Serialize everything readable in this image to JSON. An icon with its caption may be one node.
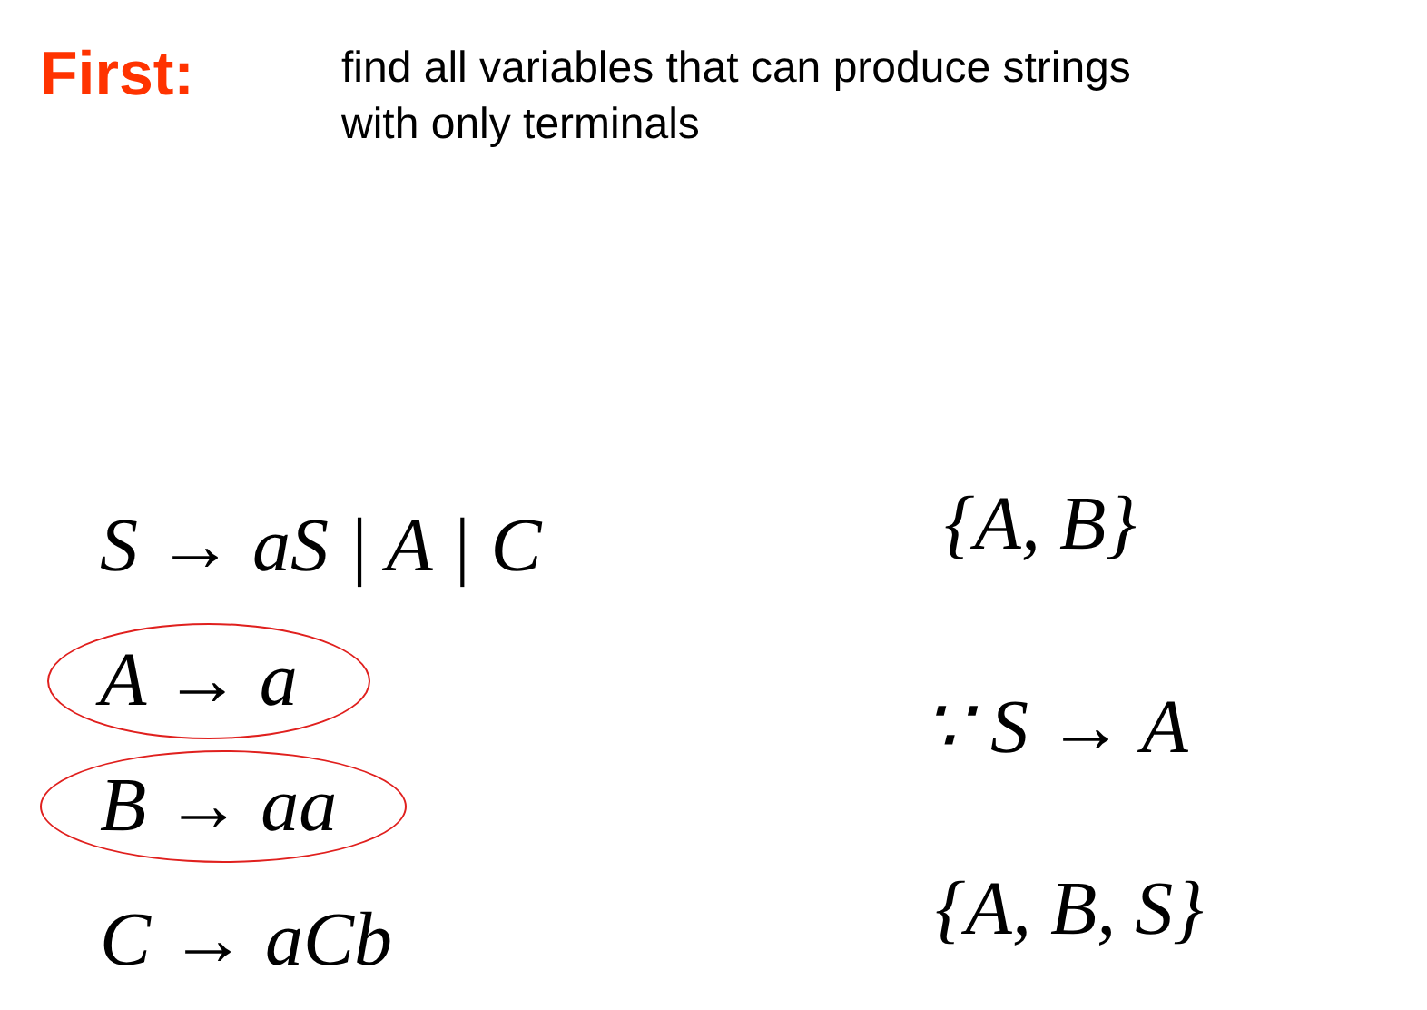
{
  "diagram": {
    "title": "First:",
    "nodes": [
      {
        "text": [
          "A → a"
        ]
      },
      {
        "text": [
          "B → aa"
        ]
      }
    ],
    "labels": [
      "find all variables that can produce strings with only terminals",
      "S → aS | A | C",
      "{A, B}",
      "∵ S → A",
      "C → aCb",
      "{A, B, S}"
    ]
  }
}
